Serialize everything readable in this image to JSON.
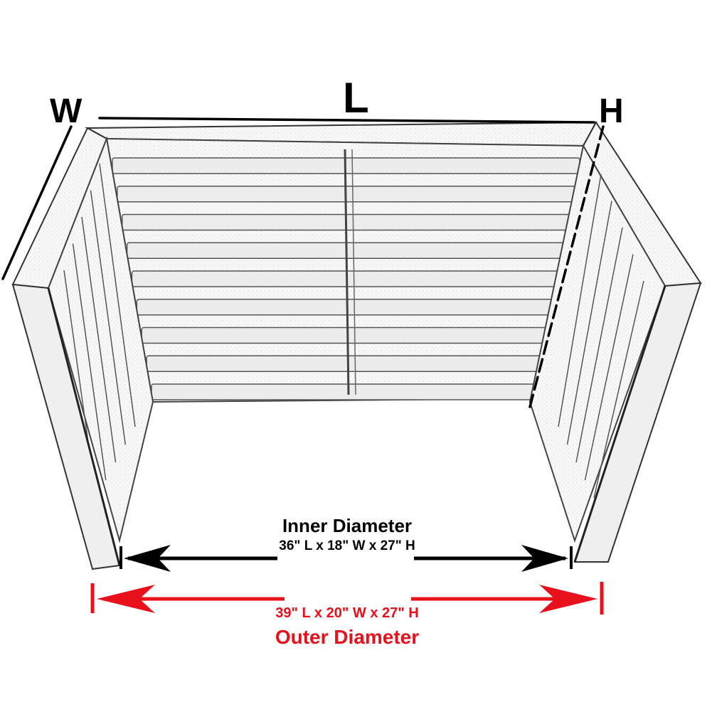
{
  "labels": {
    "width": "W",
    "length": "L",
    "height": "H"
  },
  "inner": {
    "title": "Inner Diameter",
    "dimensions": "36\" L x 18\" W x 27\" H"
  },
  "outer": {
    "dimensions": "39\" L x 20\" W x 27\" H",
    "title": "Outer Diameter"
  },
  "colors": {
    "outline": "#222222",
    "panel": "#f4f4f4",
    "slat": "#e6e6e6",
    "inner_arrow": "#000000",
    "outer_arrow": "#e8101a"
  }
}
